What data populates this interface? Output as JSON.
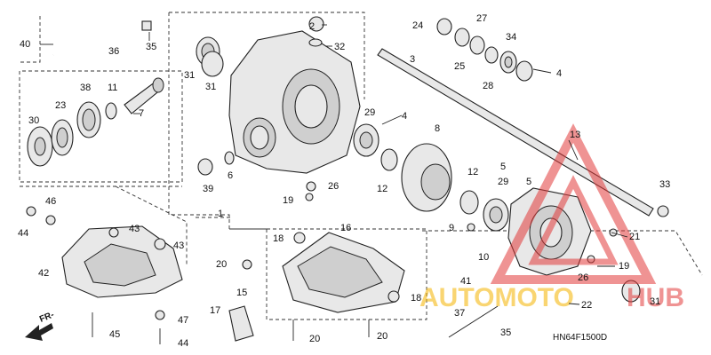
{
  "diagram_code": "HN64F1500D",
  "front_marker": "FR-",
  "watermark": {
    "word1": "AUTOMOTO",
    "word2": "HUB",
    "color1": "#f5b400",
    "color2": "#e23b3b"
  },
  "callouts": [
    {
      "id": "c2",
      "text": "2"
    },
    {
      "id": "c32",
      "text": "32"
    },
    {
      "id": "c40",
      "text": "40"
    },
    {
      "id": "c36",
      "text": "36"
    },
    {
      "id": "c35a",
      "text": "35"
    },
    {
      "id": "c31a",
      "text": "31"
    },
    {
      "id": "c31b",
      "text": "31"
    },
    {
      "id": "c38",
      "text": "38"
    },
    {
      "id": "c11",
      "text": "11"
    },
    {
      "id": "c23",
      "text": "23"
    },
    {
      "id": "c30",
      "text": "30"
    },
    {
      "id": "c7",
      "text": "7"
    },
    {
      "id": "c39",
      "text": "39"
    },
    {
      "id": "c6",
      "text": "6"
    },
    {
      "id": "c1",
      "text": "1"
    },
    {
      "id": "c29a",
      "text": "29"
    },
    {
      "id": "c4a",
      "text": "4"
    },
    {
      "id": "c12a",
      "text": "12"
    },
    {
      "id": "c26a",
      "text": "26"
    },
    {
      "id": "c19a",
      "text": "19"
    },
    {
      "id": "c24",
      "text": "24"
    },
    {
      "id": "c27",
      "text": "27"
    },
    {
      "id": "c25",
      "text": "25"
    },
    {
      "id": "c34",
      "text": "34"
    },
    {
      "id": "c28",
      "text": "28"
    },
    {
      "id": "c4b",
      "text": "4"
    },
    {
      "id": "c3",
      "text": "3"
    },
    {
      "id": "c13",
      "text": "13"
    },
    {
      "id": "c8",
      "text": "8"
    },
    {
      "id": "c12b",
      "text": "12"
    },
    {
      "id": "c5a",
      "text": "5"
    },
    {
      "id": "c29b",
      "text": "29"
    },
    {
      "id": "c5b",
      "text": "5"
    },
    {
      "id": "c33",
      "text": "33"
    },
    {
      "id": "c9",
      "text": "9"
    },
    {
      "id": "c21",
      "text": "21"
    },
    {
      "id": "c10",
      "text": "10"
    },
    {
      "id": "c41",
      "text": "41"
    },
    {
      "id": "c19b",
      "text": "19"
    },
    {
      "id": "c26b",
      "text": "26"
    },
    {
      "id": "c22",
      "text": "22"
    },
    {
      "id": "c31c",
      "text": "31"
    },
    {
      "id": "c46",
      "text": "46"
    },
    {
      "id": "c44a",
      "text": "44"
    },
    {
      "id": "c43a",
      "text": "43"
    },
    {
      "id": "c43b",
      "text": "43"
    },
    {
      "id": "c42",
      "text": "42"
    },
    {
      "id": "c47",
      "text": "47"
    },
    {
      "id": "c45",
      "text": "45"
    },
    {
      "id": "c44b",
      "text": "44"
    },
    {
      "id": "c18a",
      "text": "18"
    },
    {
      "id": "c16",
      "text": "16"
    },
    {
      "id": "c20a",
      "text": "20"
    },
    {
      "id": "c15",
      "text": "15"
    },
    {
      "id": "c18b",
      "text": "18"
    },
    {
      "id": "c17",
      "text": "17"
    },
    {
      "id": "c20b",
      "text": "20"
    },
    {
      "id": "c20c",
      "text": "20"
    },
    {
      "id": "c37",
      "text": "37"
    },
    {
      "id": "c35b",
      "text": "35"
    }
  ]
}
